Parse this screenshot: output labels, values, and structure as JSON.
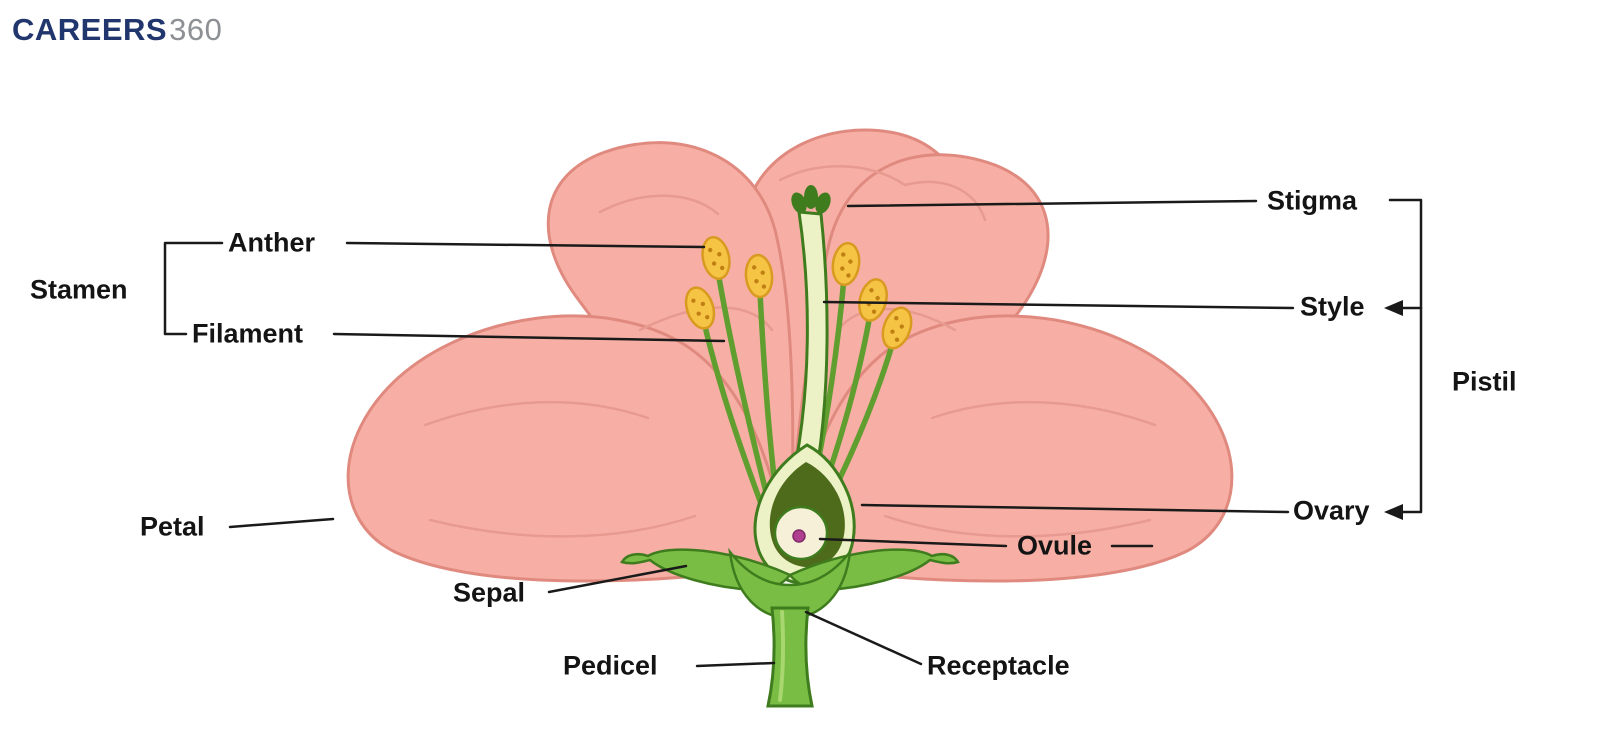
{
  "logo": {
    "brand": "CAREERS",
    "suffix": "360"
  },
  "diagram": {
    "labels": {
      "anther": "Anther",
      "stamen": "Stamen",
      "filament": "Filament",
      "petal": "Petal",
      "sepal": "Sepal",
      "pedicel": "Pedicel",
      "receptacle": "Receptacle",
      "ovule": "Ovule",
      "stigma": "Stigma",
      "style": "Style",
      "pistil": "Pistil",
      "ovary": "Ovary"
    },
    "icons": {
      "left_arrow_style": "left-arrowhead",
      "left_arrow_ovary": "left-arrowhead"
    },
    "colors": {
      "petal_fill": "#F7AFA5",
      "petal_outline": "#E08A7F",
      "petal_fold": "#E79A8F",
      "anther_fill": "#F6C445",
      "anther_outline": "#D89A20",
      "filament_green": "#5F9E2F",
      "pistil_body": "#EDF2C6",
      "pistil_outline": "#3F7C1E",
      "ovary_inner": "#4E6B1B",
      "ovule_fill": "#F7F0D9",
      "ovule_dot": "#B0408F",
      "sepal_fill": "#7ABD44",
      "leader_line": "#1A1A1A",
      "logo_brand": "#22366E",
      "logo_suffix": "#8D9094"
    }
  }
}
